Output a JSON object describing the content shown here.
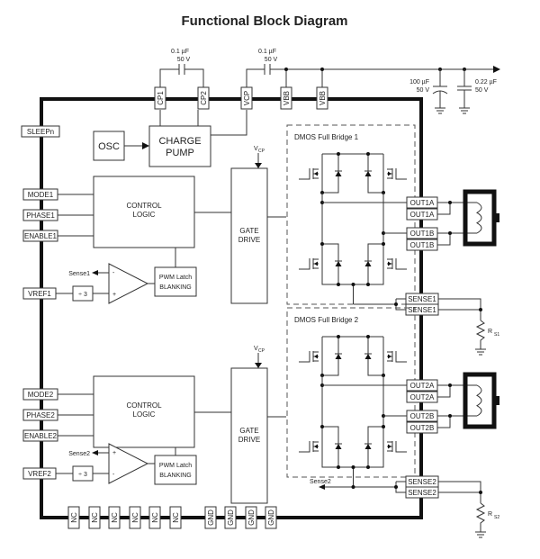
{
  "title": "Functional Block Diagram",
  "top_caps": [
    {
      "value": "0.1 µF",
      "voltage": "50 V"
    },
    {
      "value": "0.1 µF",
      "voltage": "50 V"
    }
  ],
  "supply_caps": [
    {
      "value": "100 µF",
      "voltage": "50 V"
    },
    {
      "value": "0.22 µF",
      "voltage": "50 V"
    }
  ],
  "top_pins": [
    "CP1",
    "CP2",
    "VCP",
    "VBB",
    "VBB"
  ],
  "left_pins": {
    "sleep": "SLEEPn",
    "bridge1": [
      "MODE1",
      "PHASE1",
      "ENABLE1"
    ],
    "vref1": "VREF1",
    "bridge2": [
      "MODE2",
      "PHASE2",
      "ENABLE2"
    ],
    "vref2": "VREF2"
  },
  "bottom_pins": [
    "NC",
    "NC",
    "NC",
    "NC",
    "NC",
    "NC",
    "GND",
    "GND",
    "GND",
    "GND"
  ],
  "blocks": {
    "osc": "OSC",
    "charge_pump": [
      "CHARGE",
      "PUMP"
    ],
    "control_logic": [
      "CONTROL",
      "LOGIC"
    ],
    "gate_drive": [
      "GATE",
      "DRIVE"
    ],
    "pwm_latch": [
      "PWM Latch",
      "BLANKING"
    ],
    "divider": "÷ 3",
    "vcp_label": "V",
    "vcp_sub": "CP"
  },
  "bridges": [
    {
      "label": "DMOS Full Bridge 1",
      "out_pins": [
        "OUT1A",
        "OUT1A",
        "OUT1B",
        "OUT1B"
      ],
      "sense_pins": [
        "SENSE1",
        "SENSE1"
      ],
      "sense_net": "Sense1",
      "rs_label": "R",
      "rs_sub": "S1",
      "comp_top": "-",
      "comp_bottom": "+"
    },
    {
      "label": "DMOS Full Bridge 2",
      "out_pins": [
        "OUT2A",
        "OUT2A",
        "OUT2B",
        "OUT2B"
      ],
      "sense_pins": [
        "SENSE2",
        "SENSE2"
      ],
      "sense_net": "Sense2",
      "rs_label": "R",
      "rs_sub": "S2",
      "comp_top": "+",
      "comp_bottom": "-"
    }
  ]
}
